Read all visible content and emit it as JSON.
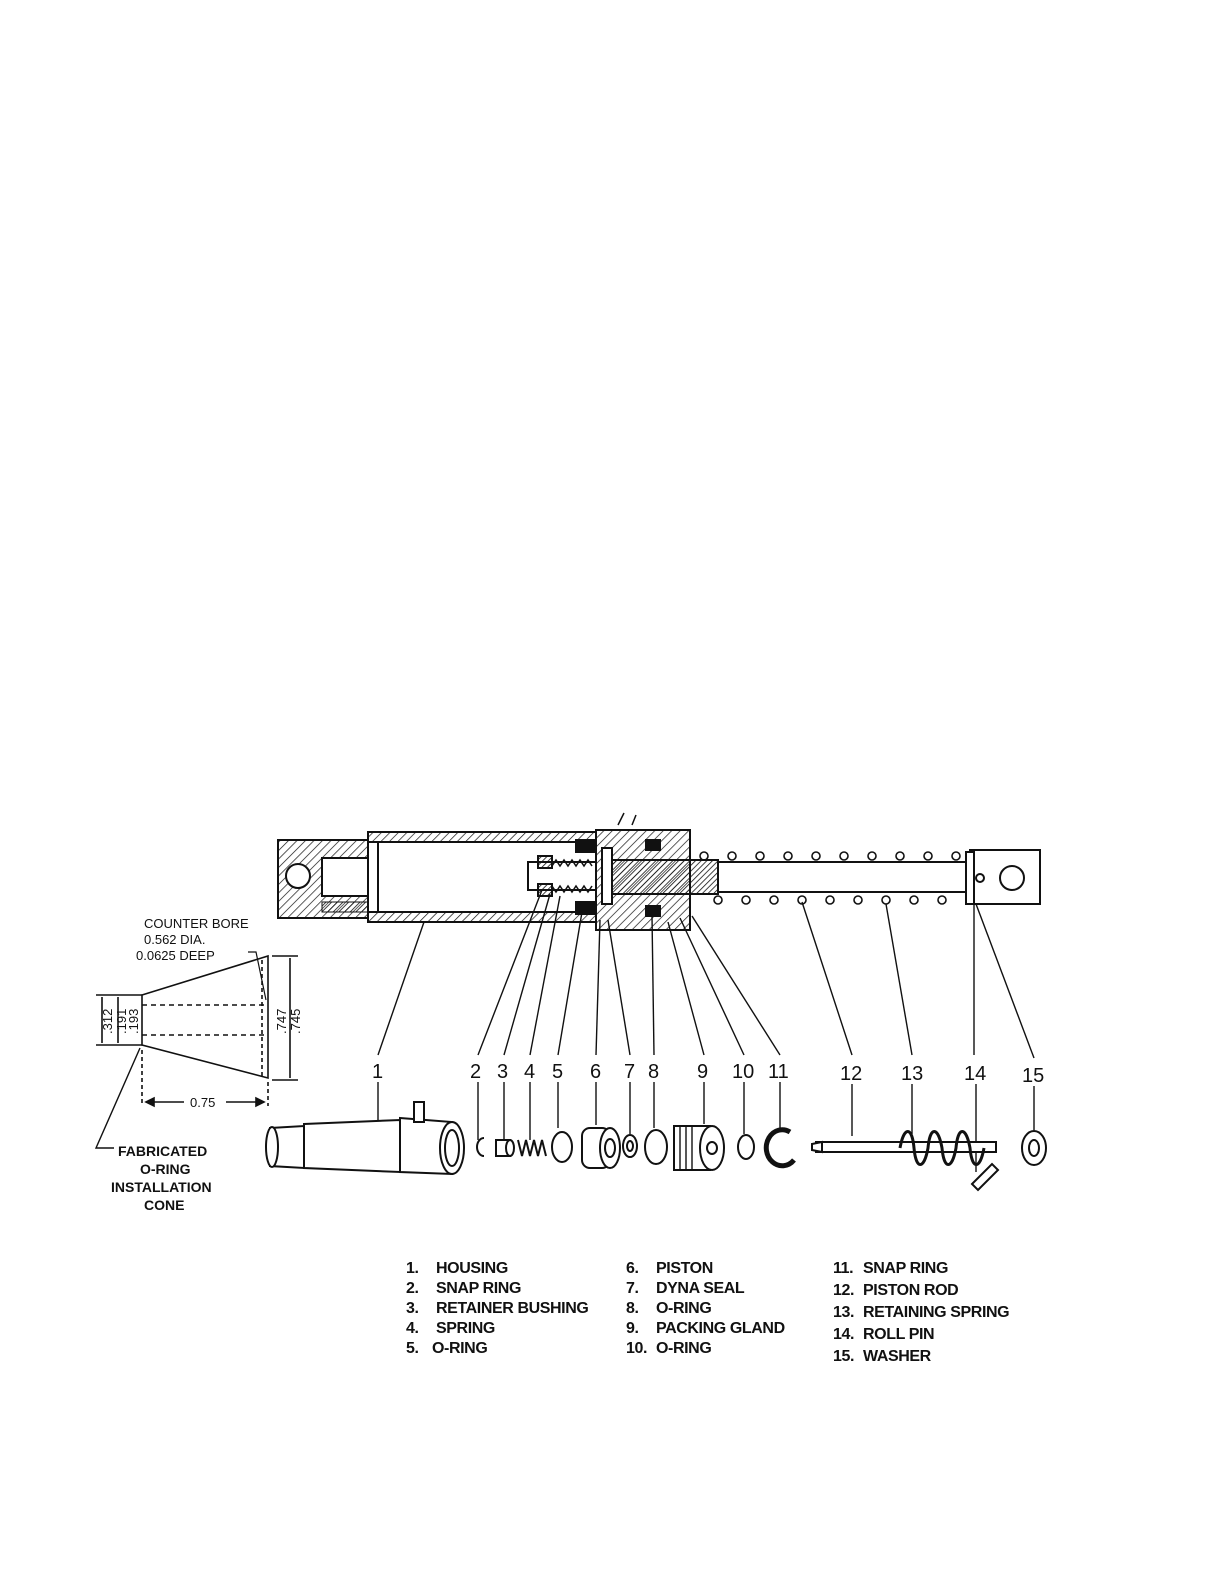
{
  "cone_note": {
    "line1": "COUNTER BORE",
    "line2": "0.562 DIA.",
    "line3": "0.0625 DEEP"
  },
  "cone_dims": {
    "d312": ".312",
    "d191": ".191",
    "d193": ".193",
    "d747": ".747",
    "d745": ".745",
    "len": "0.75"
  },
  "cone_label": [
    "FABRICATED",
    "O-RING",
    "INSTALLATION",
    "CONE"
  ],
  "callouts": [
    "1",
    "2",
    "3",
    "4",
    "5",
    "6",
    "7",
    "8",
    "9",
    "10",
    "11",
    "12",
    "13",
    "14",
    "15"
  ],
  "legend": {
    "col1": [
      {
        "n": "1.",
        "label": "HOUSING"
      },
      {
        "n": "2.",
        "label": "SNAP RING"
      },
      {
        "n": "3.",
        "label": "RETAINER BUSHING"
      },
      {
        "n": "4.",
        "label": "SPRING"
      },
      {
        "n": "5.",
        "label": "O-RING"
      }
    ],
    "col2": [
      {
        "n": "6.",
        "label": "PISTON"
      },
      {
        "n": "7.",
        "label": "DYNA SEAL"
      },
      {
        "n": "8.",
        "label": "O-RING"
      },
      {
        "n": "9.",
        "label": "PACKING GLAND"
      },
      {
        "n": "10.",
        "label": "O-RING"
      }
    ],
    "col3": [
      {
        "n": "11.",
        "label": "SNAP RING"
      },
      {
        "n": "12.",
        "label": "PISTON ROD"
      },
      {
        "n": "13.",
        "label": "RETAINING SPRING"
      },
      {
        "n": "14.",
        "label": "ROLL PIN"
      },
      {
        "n": "15.",
        "label": "WASHER"
      }
    ]
  }
}
